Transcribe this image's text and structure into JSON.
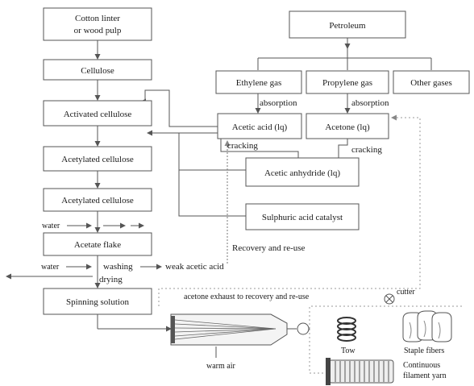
{
  "boxes": {
    "cotton": [
      "Cotton linter",
      "or wood pulp"
    ],
    "cellulose": "Cellulose",
    "activated": "Activated cellulose",
    "acetylated1": "Acetylated cellulose",
    "acetylated2": "Acetylated cellulose",
    "flake": "Acetate flake",
    "spinning": "Spinning solution",
    "petroleum": "Petroleum",
    "ethylene": "Ethylene gas",
    "propylene": "Propylene gas",
    "other": "Other gases",
    "acetic_acid": "Acetic acid (lq)",
    "acetone": "Acetone (lq)",
    "anhydride": "Acetic anhydride (lq)",
    "catalyst": "Sulphuric acid catalyst"
  },
  "labels": {
    "absorption_left": "absorption",
    "absorption_right": "absorption",
    "cracking_left": "cracking",
    "cracking_right": "cracking",
    "water_top": "water",
    "water_bottom": "water",
    "washing": "washing",
    "weak_acid": "weak acetic acid",
    "drying": "drying",
    "recovery": "Recovery and re-use",
    "exhaust": "acetone exhaust to recovery and re-use",
    "warm_air": "warm air",
    "cutter": "cutter",
    "tow": "Tow",
    "staple": "Staple fibers",
    "filament": [
      "Continuous",
      "filament yarn"
    ]
  },
  "icons": {
    "cutter": "cutter-icon",
    "tow": "tow-coil-icon",
    "staple": "staple-fiber-bales-icon",
    "spool": "filament-spool-icon",
    "spinneret": "spinning-cabinet-icon"
  }
}
